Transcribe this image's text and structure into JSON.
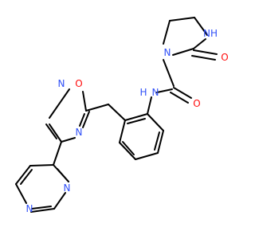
{
  "atom_labels": {
    "nh_ring": "NH",
    "n_ring": "N",
    "o_carbonyl_ring": "O",
    "nh_amide": "N",
    "h_amide": "H",
    "o_amide": "O",
    "o_oxadiazole": "O",
    "n_oxadiazole_2": "N",
    "n_oxadiazole_4": "N",
    "n_pyrazine_1": "N",
    "n_pyrazine_4": "N"
  },
  "colors": {
    "nitrogen": "#3050F8",
    "oxygen": "#FF0D0D",
    "carbon_bond": "#000000",
    "background": "#ffffff"
  }
}
